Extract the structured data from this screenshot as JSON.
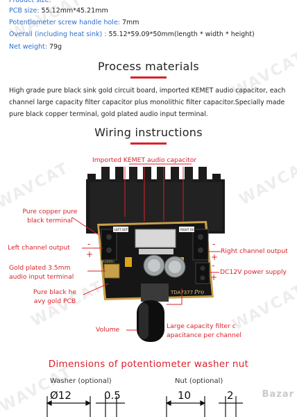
{
  "specs": [
    {
      "key": "Product size:",
      "value": ""
    },
    {
      "key": "PCB size:",
      "value": " 55.12mm*45.21mm"
    },
    {
      "key": "Potentiometer screw handle hole:",
      "value": " 7mm"
    },
    {
      "key": "Overall (including heat sink) :",
      "value": " 55.12*59.09*50mm(length * width * height)"
    },
    {
      "key": "Net weight:",
      "value": " 79g"
    }
  ],
  "process": {
    "title": "Process materials",
    "text": "High grade pure black sink gold circuit board, imported KEMET audio capacitor, each channel large capacity filter capacitor plus monolithic filter capacitor.Specially made pure black copper terminal, gold plated audio input terminal."
  },
  "wiring": {
    "title": "Wiring instructions",
    "labels": {
      "kemet": "Imported KEMET audio capacitor",
      "copper_1": "Pure copper pure",
      "copper_2": "black terminal",
      "left_out": "Left channel output",
      "gold_1": "Gold plated 3.5mm",
      "gold_2": "audio input terminal",
      "pcb_1": "Pure black he",
      "pcb_2": "avy gold PCB",
      "volume": "Volume",
      "right_out": "Right channel output",
      "dc": "DC12V power supply",
      "filter_1": "Large capacity filter c",
      "filter_2": "apacitance per channel"
    },
    "board_text": {
      "chip": "TDA7377",
      "pro": "Pro",
      "left_tag": "LEFT OUT",
      "right_tag": "RIGHT OUT",
      "audio_tag": "AUDIOin"
    }
  },
  "dimensions": {
    "title": "Dimensions of potentiometer washer nut",
    "washer_label": "Washer (optional)",
    "nut_label": "Nut (optional)",
    "washer_d": "Ø12",
    "washer_t": "0.5",
    "nut_w": "10",
    "nut_t": "2"
  },
  "watermark": "WAVCAT",
  "logo": "Bazar",
  "colors": {
    "accent": "#d7222a",
    "key": "#2a6fd0",
    "board": "#151515",
    "gold": "#c9a04a"
  }
}
